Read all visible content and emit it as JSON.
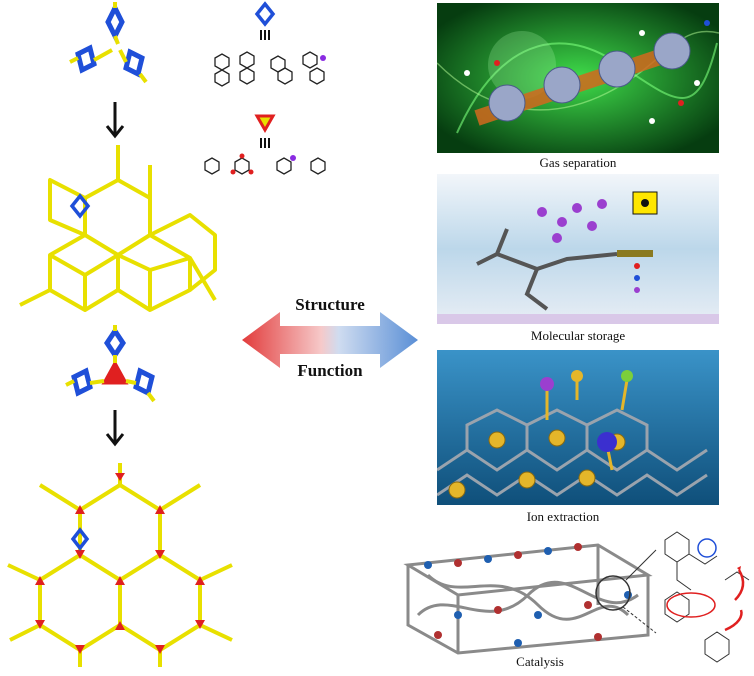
{
  "arrow": {
    "top_label": "Structure",
    "bottom_label": "Function",
    "colors": {
      "left": "#e23b3b",
      "right": "#5a8fd6"
    }
  },
  "applications": [
    {
      "caption": "Gas separation"
    },
    {
      "caption": "Molecular storage"
    },
    {
      "caption": "Ion extraction"
    },
    {
      "caption": "Catalysis"
    }
  ],
  "colors": {
    "framework": "#e8e000",
    "node_blue": "#1f4fd8",
    "node_red": "#e02020",
    "molecule": "#222222"
  },
  "icons": [
    "tetrahedral-node-icon",
    "triangular-node-icon",
    "down-arrow-icon",
    "radiation-icon"
  ]
}
